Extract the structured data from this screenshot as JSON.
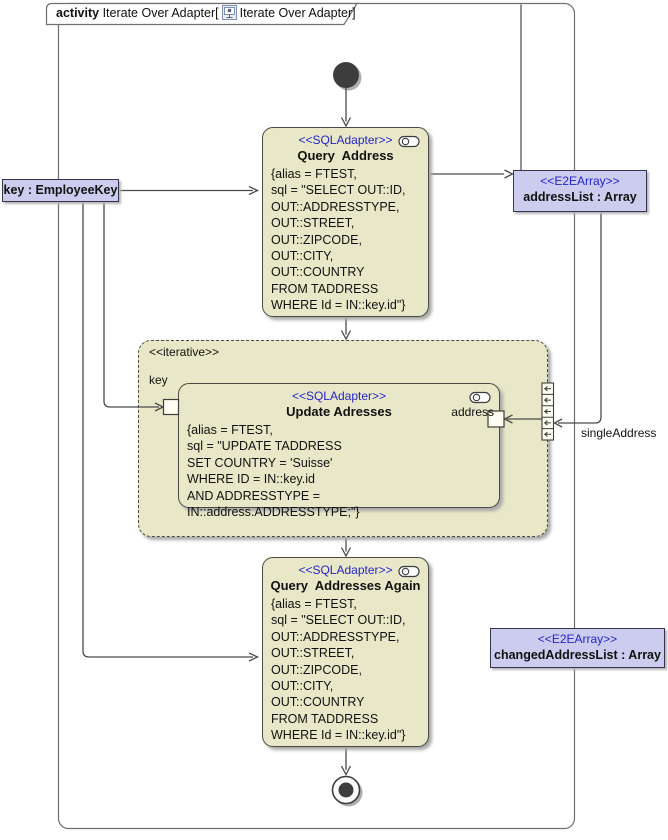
{
  "frame": {
    "keyword": "activity",
    "title": " Iterate Over Adapter[",
    "diagram_ref": "Iterate Over Adapter",
    "close_bracket": "]"
  },
  "params": {
    "key": {
      "label": "key : EmployeeKey"
    },
    "address_list": {
      "stereotype": "<<E2EArray>>",
      "label": "addressList : Array"
    },
    "changed_address_list": {
      "stereotype": "<<E2EArray>>",
      "label": "changedAddressList : Array"
    }
  },
  "region": {
    "stereotype": "<<iterative>>"
  },
  "actions": {
    "query_address": {
      "stereotype": "<<SQLAdapter>>",
      "title": "Query  Address",
      "body_lines": [
        "{alias = FTEST,",
        "sql = \"SELECT OUT::ID,",
        "OUT::ADDRESSTYPE,",
        "OUT::STREET,",
        "OUT::ZIPCODE,",
        "OUT::CITY,",
        "OUT::COUNTRY",
        "FROM TADDRESS",
        "WHERE Id = IN::key.id\"}"
      ]
    },
    "update_addresses": {
      "stereotype": "<<SQLAdapter>>",
      "title": "Update Adresses",
      "body_lines": [
        "{alias = FTEST,",
        "sql = \"UPDATE TADDRESS",
        "SET COUNTRY = 'Suisse'",
        "WHERE ID = IN::key.id",
        "AND ADDRESSTYPE = IN::address.ADDRESSTYPE;\"}"
      ]
    },
    "query_addresses_again": {
      "stereotype": "<<SQLAdapter>>",
      "title": "Query  Addresses Again",
      "body_lines": [
        "{alias = FTEST,",
        "sql = \"SELECT OUT::ID,",
        "OUT::ADDRESSTYPE,",
        "OUT::STREET,",
        "OUT::ZIPCODE,",
        "OUT::CITY,",
        "OUT::COUNTRY",
        "FROM TADDRESS",
        "WHERE Id = IN::key.id\"}"
      ]
    }
  },
  "pins": {
    "key": "key",
    "address": "address"
  },
  "edge_labels": {
    "single_address": "singleAddress"
  },
  "colors": {
    "action_fill": "#e8e8c8",
    "param_fill": "#ccccee",
    "stereotype_blue": "#2424cc",
    "edge_gray": "#4a4a4a",
    "frame_gray": "#6f6f6f"
  }
}
